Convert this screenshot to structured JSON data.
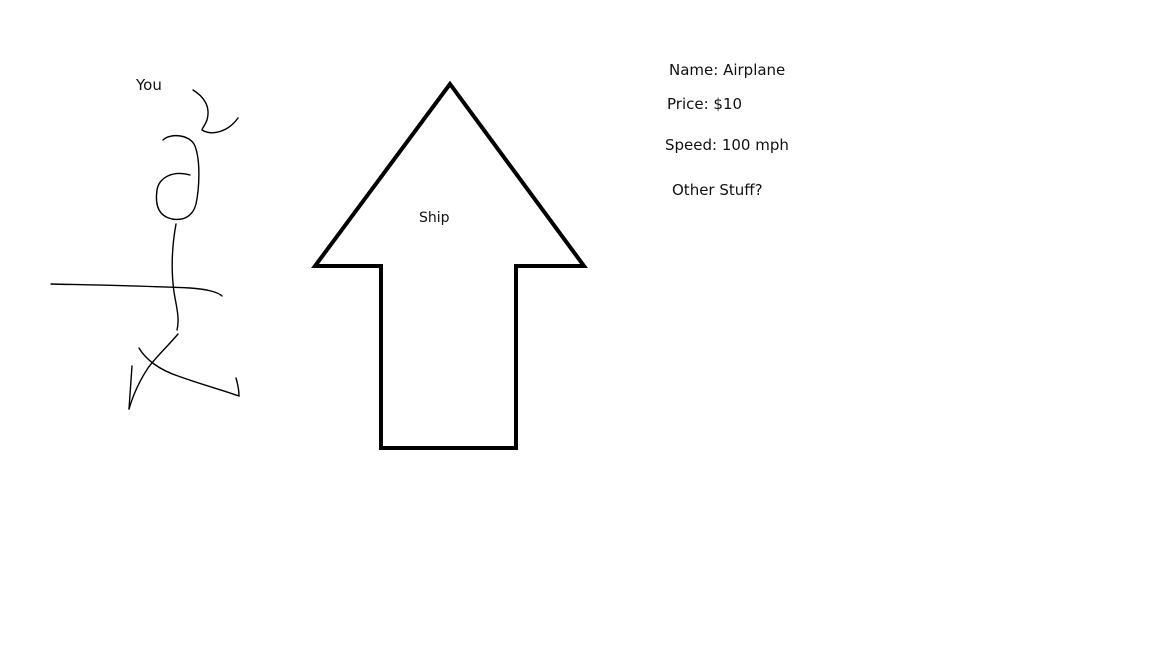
{
  "labels": {
    "you": "You",
    "ship": "Ship"
  },
  "info": {
    "name": "Name: Airplane",
    "price": "Price: $10",
    "speed": "Speed: 100 mph",
    "other": "Other Stuff?"
  },
  "icons": {
    "figure": "stick-figure-icon",
    "arrow": "up-arrow-icon"
  },
  "colors": {
    "background": "#ffffff",
    "ink": "#000000"
  }
}
